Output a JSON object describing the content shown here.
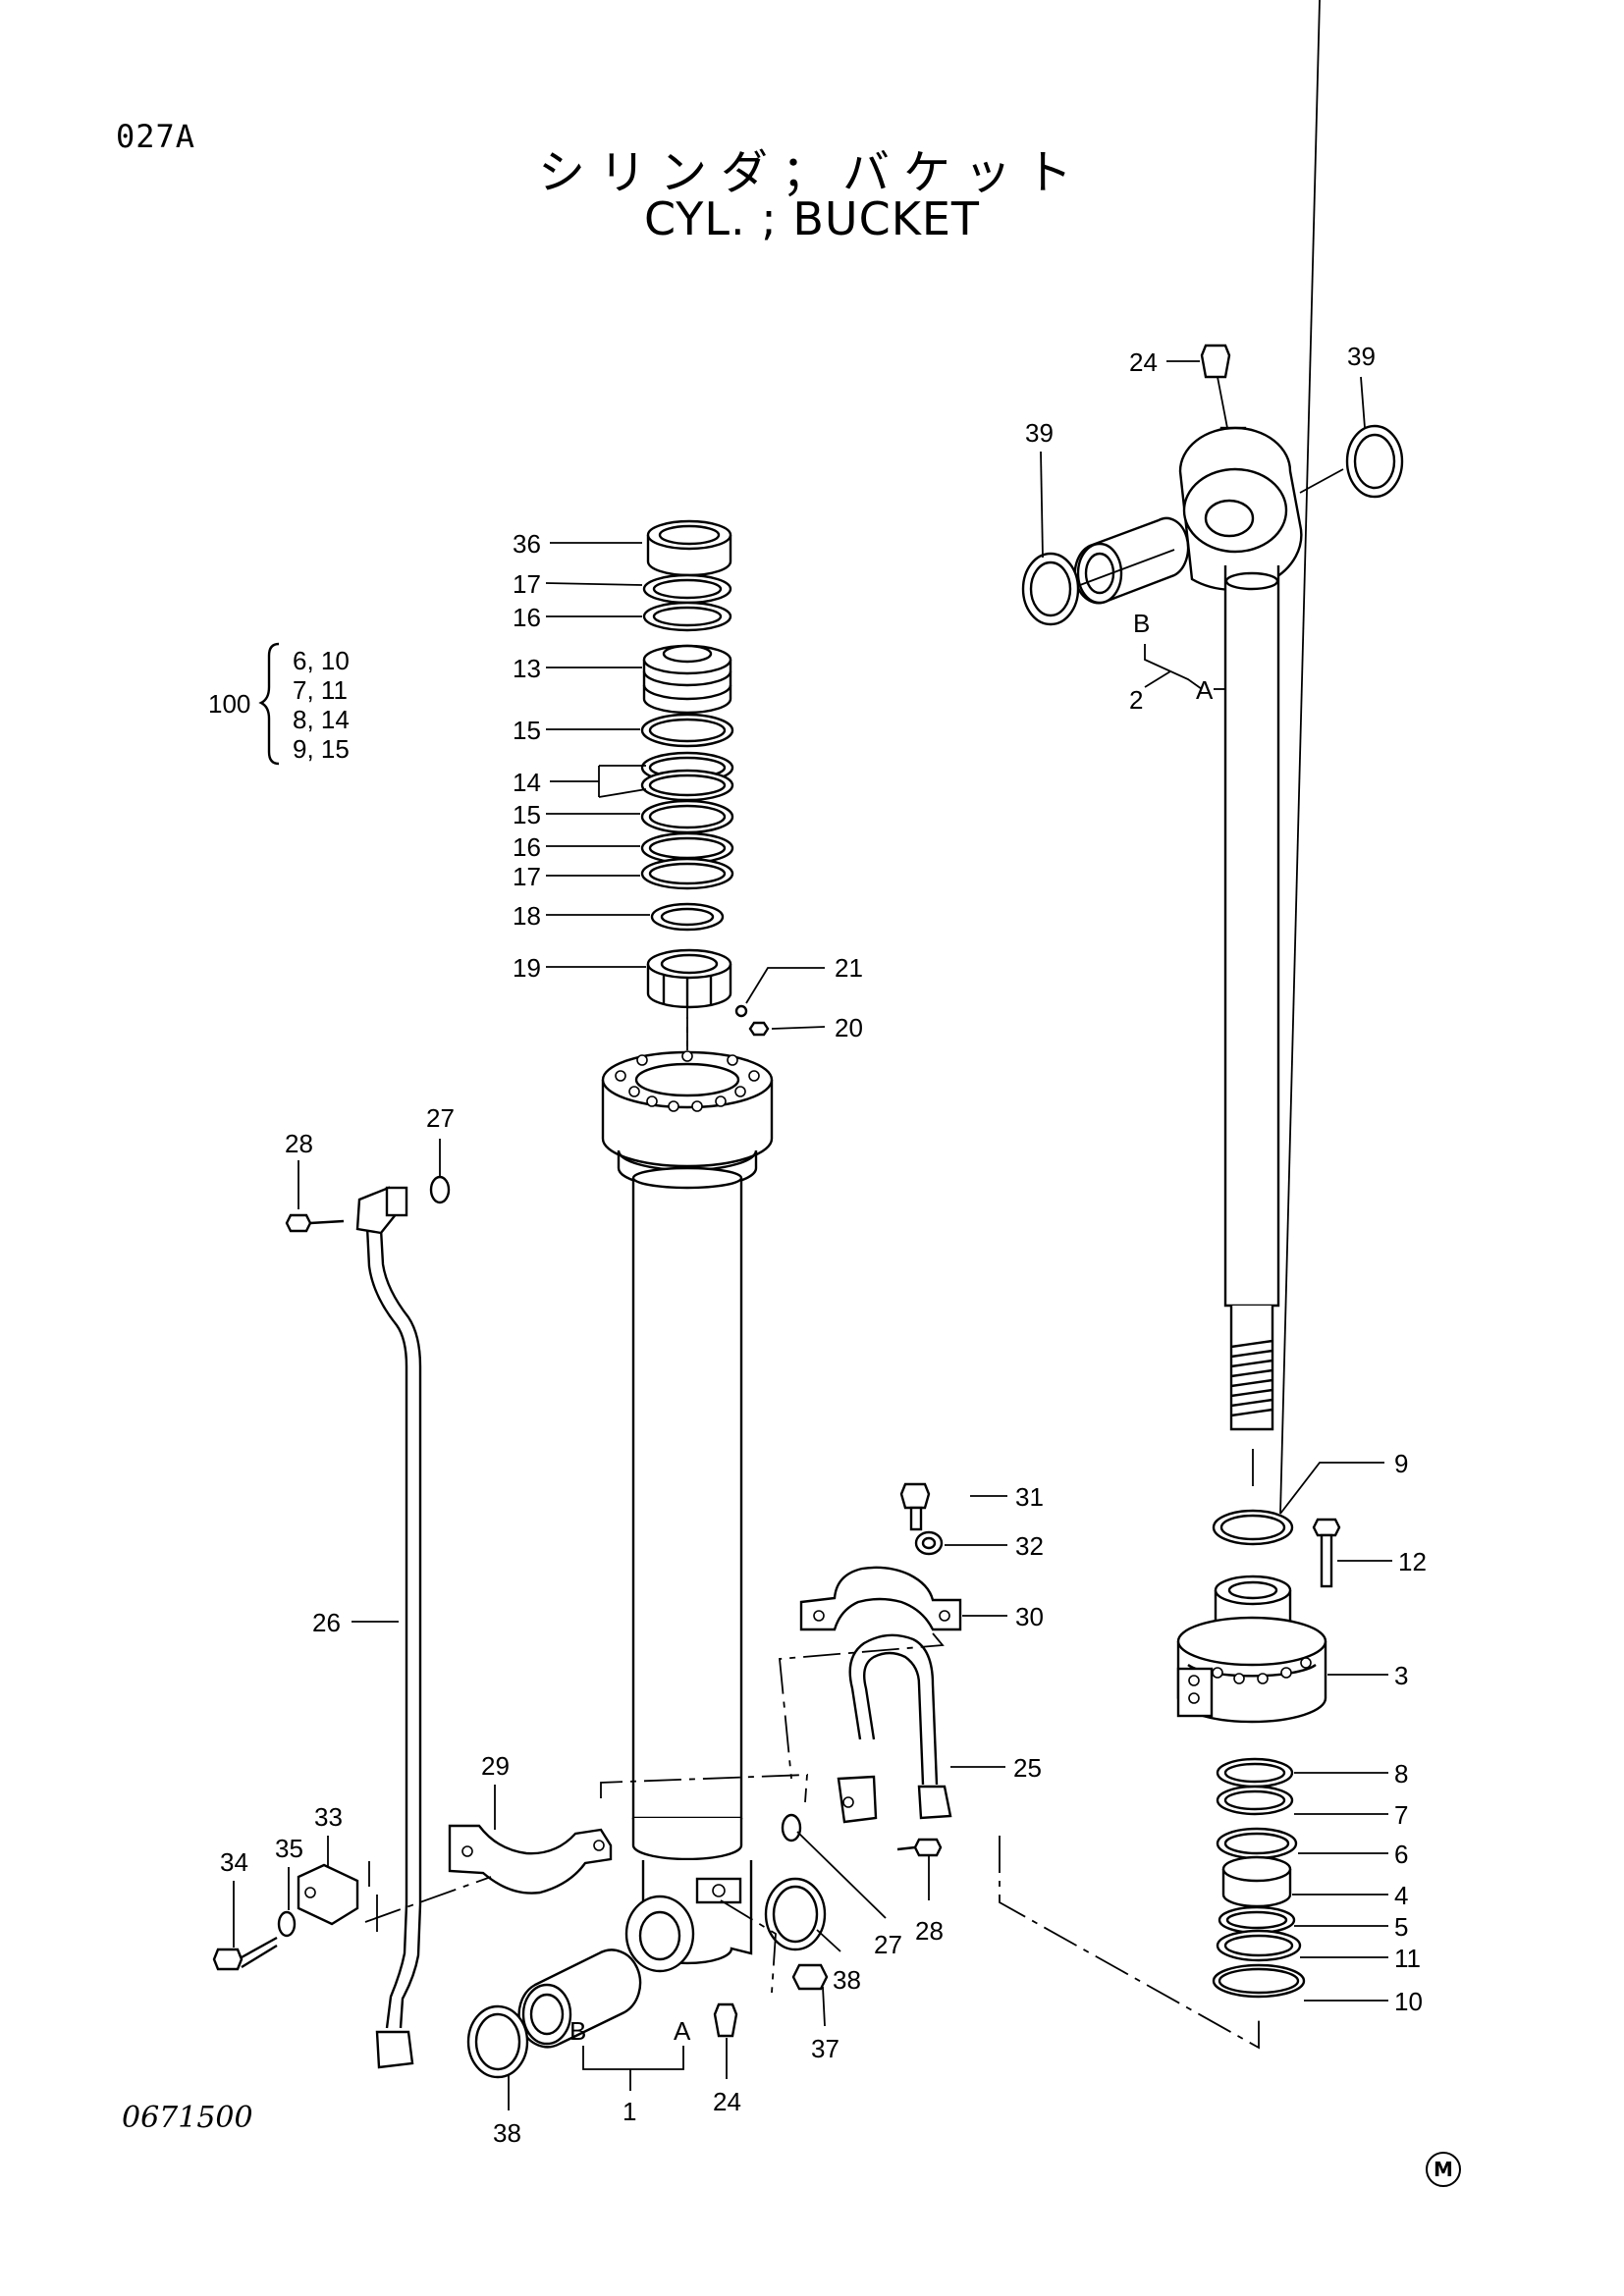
{
  "header": {
    "page_code": "027A",
    "title_jp": "シリンダ；バケット",
    "title_en": "CYL. ; BUCKET"
  },
  "kit": {
    "number": "100",
    "items": [
      "6, 10",
      "7, 11",
      "8, 14",
      "9, 15"
    ]
  },
  "footer": {
    "drawing_number": "0671500",
    "mark": "M"
  },
  "callouts": {
    "c36": "36",
    "c17a": "17",
    "c16a": "16",
    "c13": "13",
    "c15a": "15",
    "c14": "14",
    "c15b": "15",
    "c16b": "16",
    "c17b": "17",
    "c18": "18",
    "c19": "19",
    "c21": "21",
    "c20": "20",
    "c24t": "24",
    "c39l": "39",
    "c39r": "39",
    "cBt": "B",
    "cAt": "A",
    "c2": "2",
    "c28t": "28",
    "c27t": "27",
    "c26": "26",
    "c31": "31",
    "c32": "32",
    "c30": "30",
    "c25": "25",
    "c29": "29",
    "c33": "33",
    "c35": "35",
    "c34": "34",
    "c27b": "27",
    "c28b": "28",
    "c38r": "38",
    "c37": "37",
    "c38l": "38",
    "cBb": "B",
    "cAb": "A",
    "c1": "1",
    "c24b": "24",
    "c9": "9",
    "c12": "12",
    "c3": "3",
    "c8": "8",
    "c7": "7",
    "c6": "6",
    "c4": "4",
    "c5": "5",
    "c11": "11",
    "c10": "10"
  }
}
